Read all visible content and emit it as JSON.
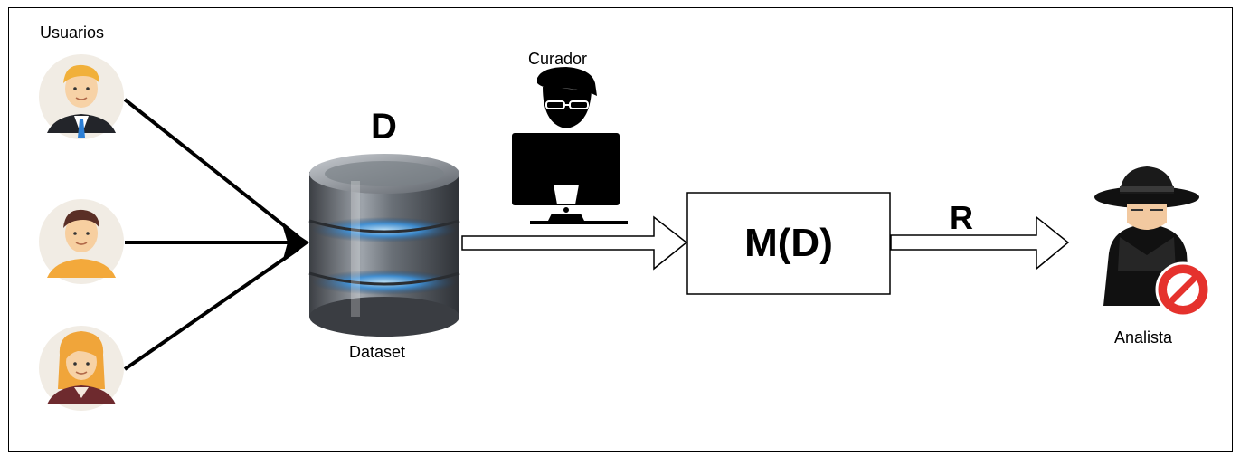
{
  "labels": {
    "usuarios": "Usuarios",
    "curador": "Curador",
    "dataset_symbol": "D",
    "dataset": "Dataset",
    "mechanism": "M(D)",
    "result": "R",
    "analista": "Analista"
  },
  "icons": {
    "users": [
      "user-man-tie-icon",
      "user-man-casual-icon",
      "user-woman-icon"
    ],
    "database": "database-icon",
    "curator": "curator-computer-icon",
    "analyst": "spy-analyst-icon",
    "prohibited": "prohibited-icon"
  },
  "colors": {
    "line": "#000000",
    "db_glow": "#3a8fd8",
    "prohibited": "#e5322d"
  }
}
